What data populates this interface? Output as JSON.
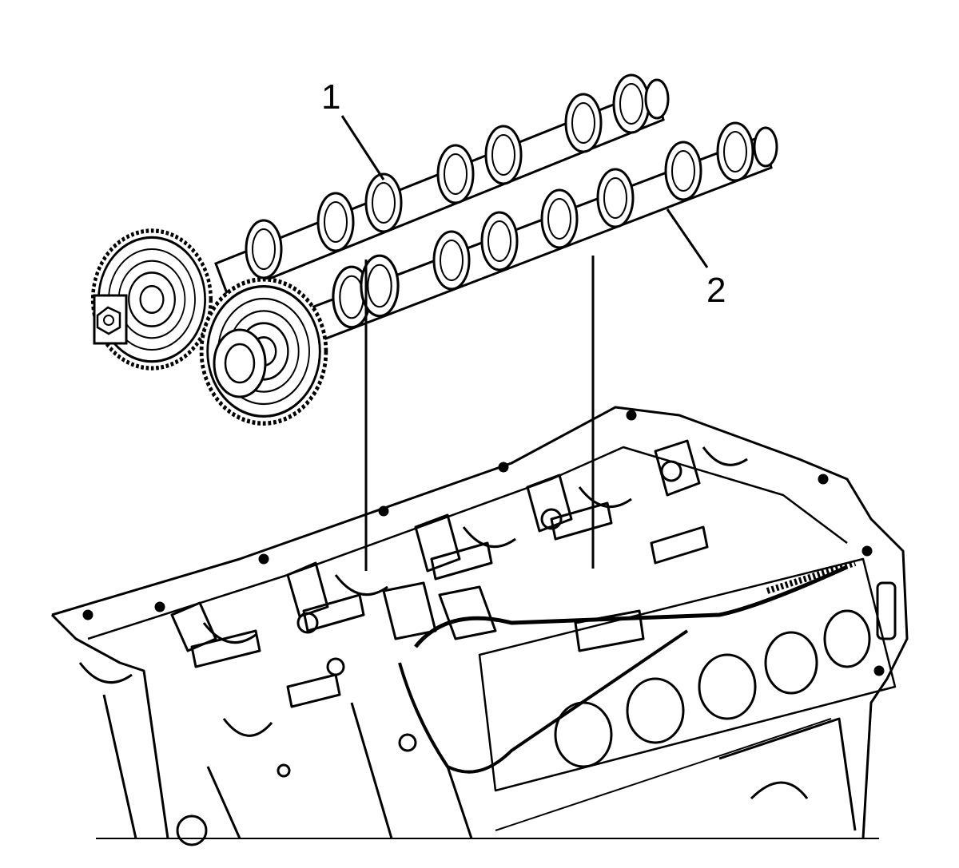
{
  "diagram": {
    "callouts": [
      {
        "id": "1",
        "label": "1"
      },
      {
        "id": "2",
        "label": "2"
      }
    ],
    "parts": [
      "camshaft-1",
      "camshaft-2",
      "cylinder-head"
    ],
    "colors": {
      "ink": "#000000",
      "paper": "#ffffff"
    }
  }
}
